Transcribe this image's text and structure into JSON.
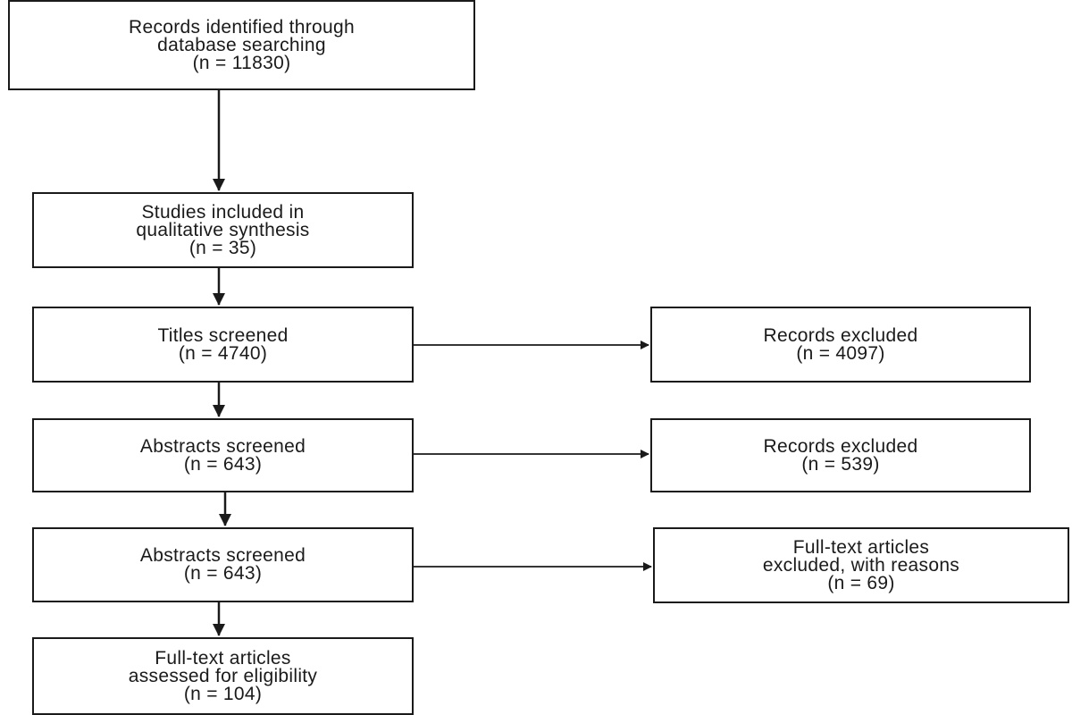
{
  "flow_steps": [
    {
      "id": "identified",
      "lines": [
        "Records identified through",
        "database searching",
        "(n = 11830)"
      ]
    },
    {
      "id": "included",
      "lines": [
        "Studies included in",
        "qualitative synthesis",
        "(n = 35)"
      ]
    },
    {
      "id": "titles",
      "lines": [
        "Titles screened",
        "(n = 4740)"
      ]
    },
    {
      "id": "abstracts_1",
      "lines": [
        "Abstracts screened",
        "(n = 643)"
      ]
    },
    {
      "id": "abstracts_2",
      "lines": [
        "Abstracts screened",
        "(n = 643)"
      ]
    },
    {
      "id": "fulltext_assessed",
      "lines": [
        "Full-text articles",
        "assessed for eligibility",
        "(n = 104)"
      ]
    }
  ],
  "exclusions": [
    {
      "id": "excluded_titles",
      "lines": [
        "Records excluded",
        "(n = 4097)"
      ]
    },
    {
      "id": "excluded_abstracts",
      "lines": [
        "Records excluded",
        "(n = 539)"
      ]
    },
    {
      "id": "excluded_fulltext",
      "lines": [
        "Full-text articles",
        "excluded, with reasons",
        "(n = 69)"
      ]
    }
  ],
  "colors": {
    "line": "#1a1a1a",
    "box_fill": "#ffffff"
  }
}
